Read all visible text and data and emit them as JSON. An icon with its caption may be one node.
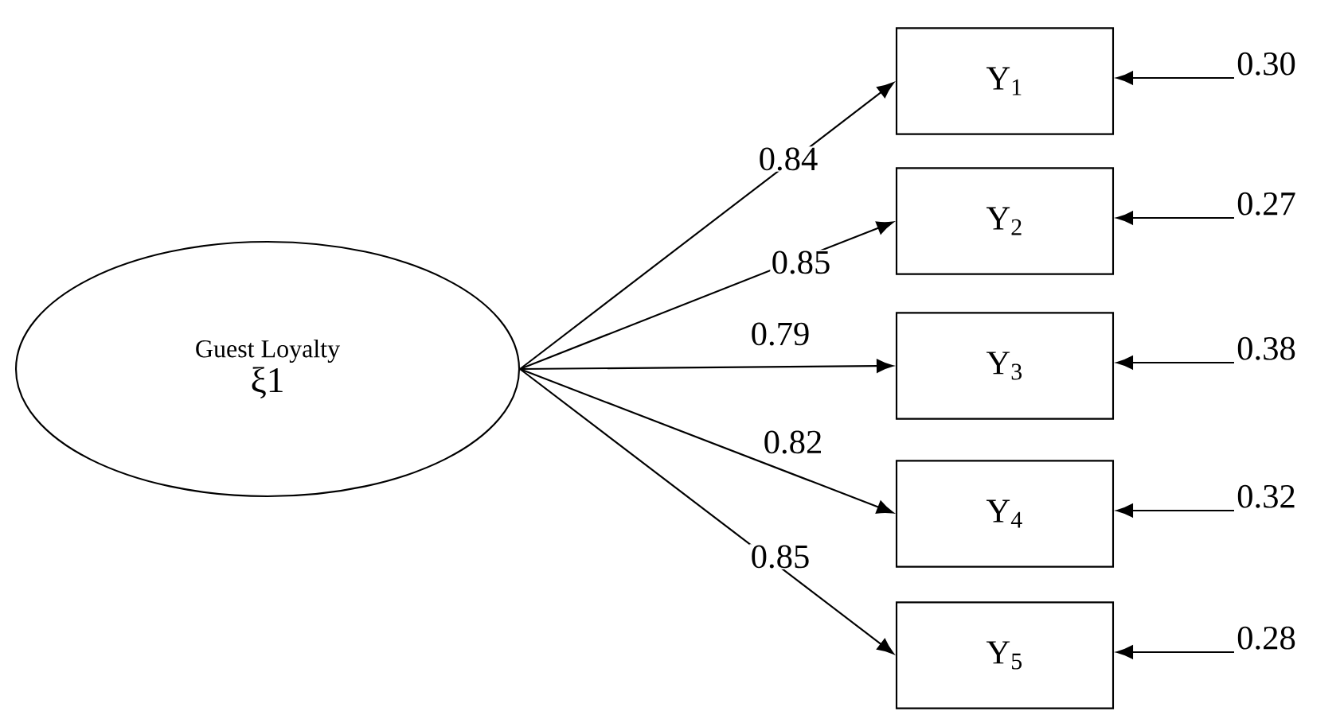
{
  "diagram": {
    "nodes": [
      {
        "text": [
          "Guest Loyalty",
          "ξ1"
        ]
      },
      {
        "text": [
          "Y$_{1}$"
        ]
      },
      {
        "text": [
          "Y$_{2}$"
        ]
      },
      {
        "text": [
          "Y$_{3}$"
        ]
      },
      {
        "text": [
          "Y$_{4}$"
        ]
      },
      {
        "text": [
          "Y$_{5}$"
        ]
      },
      {
        "text": [
          "0.30"
        ]
      },
      {
        "text": [
          "0.27"
        ]
      },
      {
        "text": [
          "0.38"
        ]
      },
      {
        "text": [
          "0.32"
        ]
      },
      {
        "text": [
          "0.28"
        ]
      }
    ],
    "edges": [
      {
        "from": 0,
        "to": 1,
        "arrow": "to",
        "label": "0.84"
      },
      {
        "from": 0,
        "to": 2,
        "arrow": "to",
        "label": "0.85"
      },
      {
        "from": 0,
        "to": 3,
        "arrow": "to",
        "label": "0.79"
      },
      {
        "from": 0,
        "to": 4,
        "arrow": "to",
        "label": "0.82"
      },
      {
        "from": 0,
        "to": 5,
        "arrow": "to",
        "label": "0.85"
      },
      {
        "from": 6,
        "to": 1,
        "arrow": "to"
      },
      {
        "from": 7,
        "to": 2,
        "arrow": "to"
      },
      {
        "from": 8,
        "to": 3,
        "arrow": "to"
      },
      {
        "from": 9,
        "to": 4,
        "arrow": "to"
      },
      {
        "from": 10,
        "to": 5,
        "arrow": "to"
      }
    ]
  }
}
